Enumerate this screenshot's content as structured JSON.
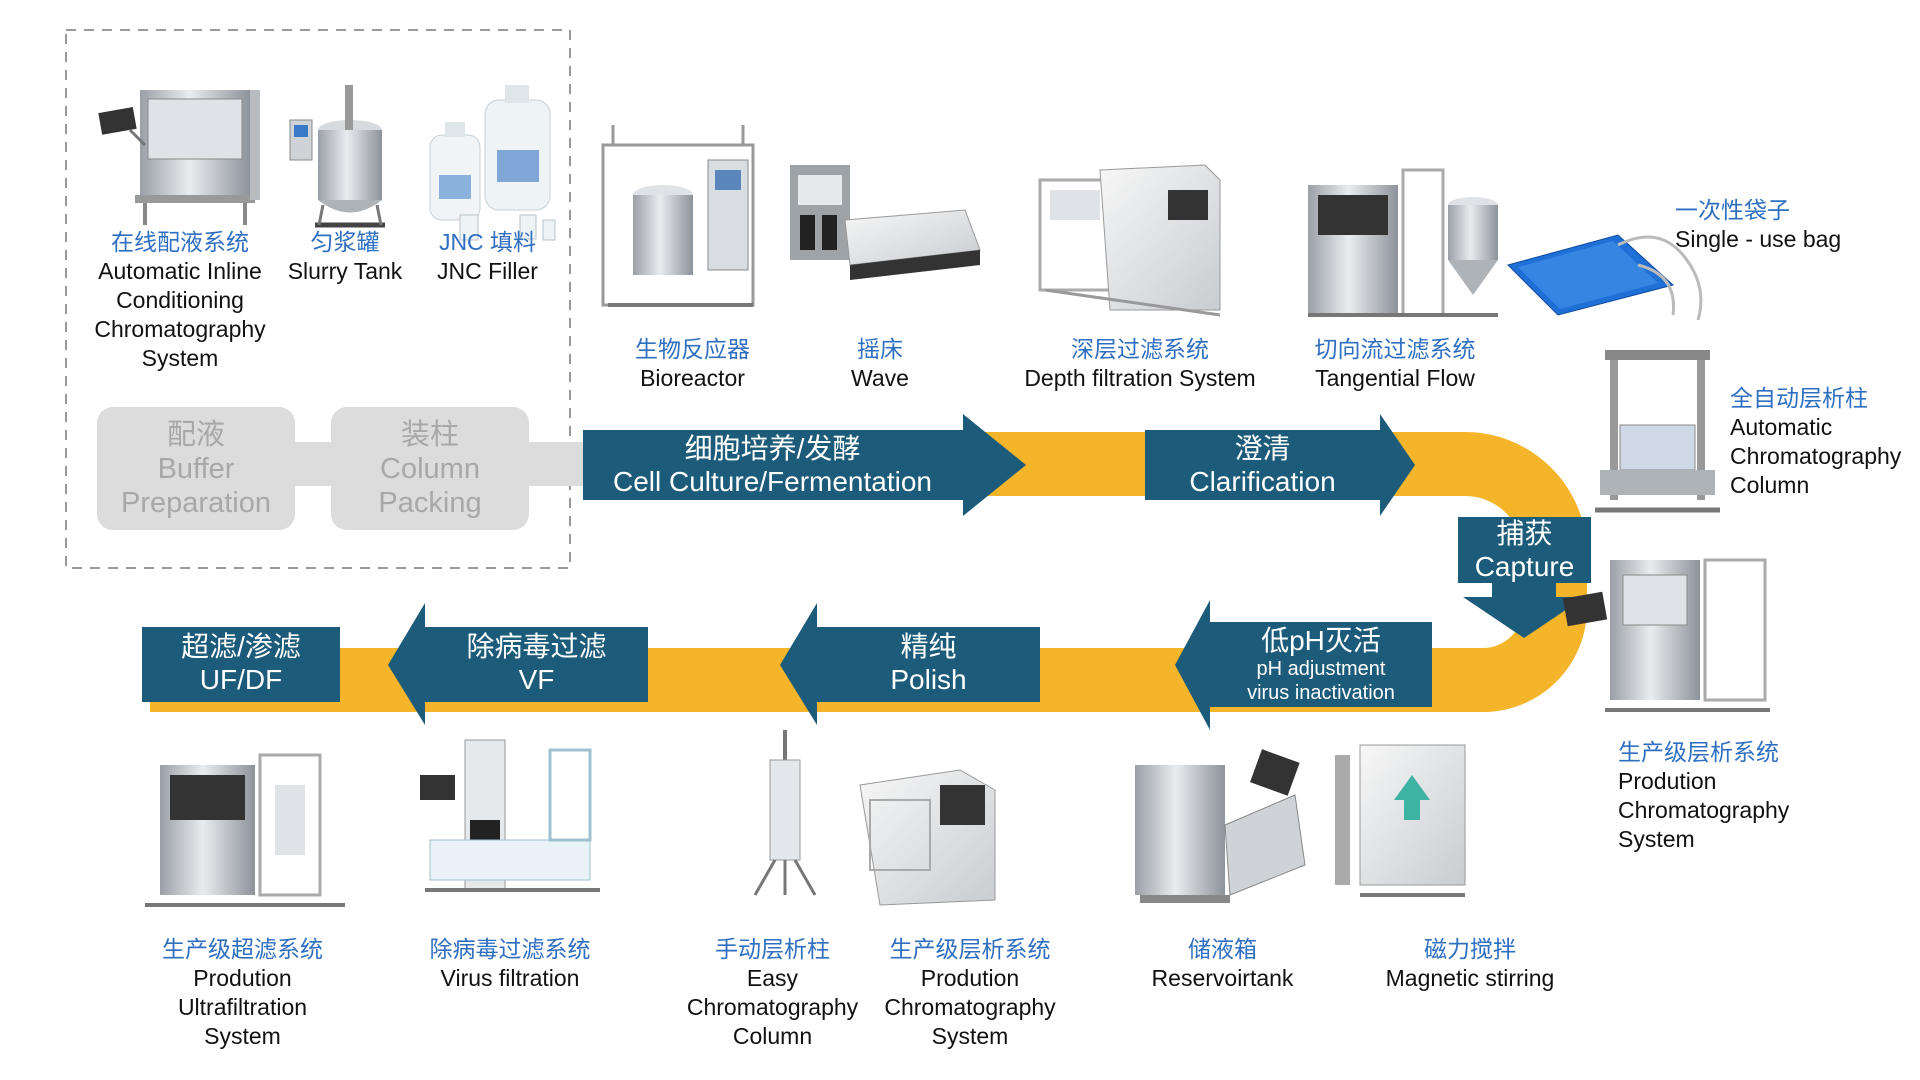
{
  "colors": {
    "pipe": "#f5b52a",
    "stage": "#1c5b7a",
    "gray_box": "#dcdcdc",
    "cn_text": "#2f6fc1",
    "en_text": "#111111"
  },
  "prep_stages": [
    {
      "cn": "配液",
      "en1": "Buffer",
      "en2": "Preparation"
    },
    {
      "cn": "装柱",
      "en1": "Column",
      "en2": "Packing"
    }
  ],
  "stages": {
    "cell_culture": {
      "cn": "细胞培养/发酵",
      "en": "Cell Culture/Fermentation"
    },
    "clarification": {
      "cn": "澄清",
      "en": "Clarification"
    },
    "capture": {
      "cn": "捕获",
      "en": "Capture"
    },
    "low_ph": {
      "cn": "低pH灭活",
      "en1": "pH adjustment",
      "en2": "virus inactivation"
    },
    "polish": {
      "cn": "精纯",
      "en": "Polish"
    },
    "vf": {
      "cn": "除病毒过滤",
      "en": "VF"
    },
    "ufdf": {
      "cn": "超滤/渗滤",
      "en": "UF/DF"
    }
  },
  "equipment": {
    "inline_conditioning": {
      "cn": "在线配液系统",
      "en": "Automatic Inline\nConditioning\nChromatography\nSystem"
    },
    "slurry_tank": {
      "cn": "匀浆罐",
      "en": "Slurry Tank"
    },
    "jnc_filler": {
      "cn": "JNC 填料",
      "en": "JNC Filler"
    },
    "bioreactor": {
      "cn": "生物反应器",
      "en": "Bioreactor"
    },
    "wave": {
      "cn": "摇床",
      "en": "Wave"
    },
    "depth_filtration": {
      "cn": "深层过滤系统",
      "en": "Depth filtration System"
    },
    "tangential_flow": {
      "cn": "切向流过滤系统",
      "en": "Tangential Flow"
    },
    "single_use_bag": {
      "cn": "一次性袋子",
      "en": "Single - use bag"
    },
    "auto_column": {
      "cn": "全自动层析柱",
      "en": "Automatic\nChromatography\nColumn"
    },
    "prod_chrom_right": {
      "cn": "生产级层析系统",
      "en": "Prodution\nChromatography\nSystem"
    },
    "prod_uf": {
      "cn": "生产级超滤系统",
      "en": "Prodution\nUltrafiltration\nSystem"
    },
    "virus_filtration": {
      "cn": "除病毒过滤系统",
      "en": "Virus filtration"
    },
    "easy_column": {
      "cn": "手动层析柱",
      "en": "Easy\nChromatography\nColumn"
    },
    "prod_chrom_bottom": {
      "cn": "生产级层析系统",
      "en": "Prodution\nChromatography\nSystem"
    },
    "reservoir_tank": {
      "cn": "储液箱",
      "en": "Reservoirtank"
    },
    "magnetic_stirring": {
      "cn": "磁力搅拌",
      "en": "Magnetic stirring"
    }
  }
}
